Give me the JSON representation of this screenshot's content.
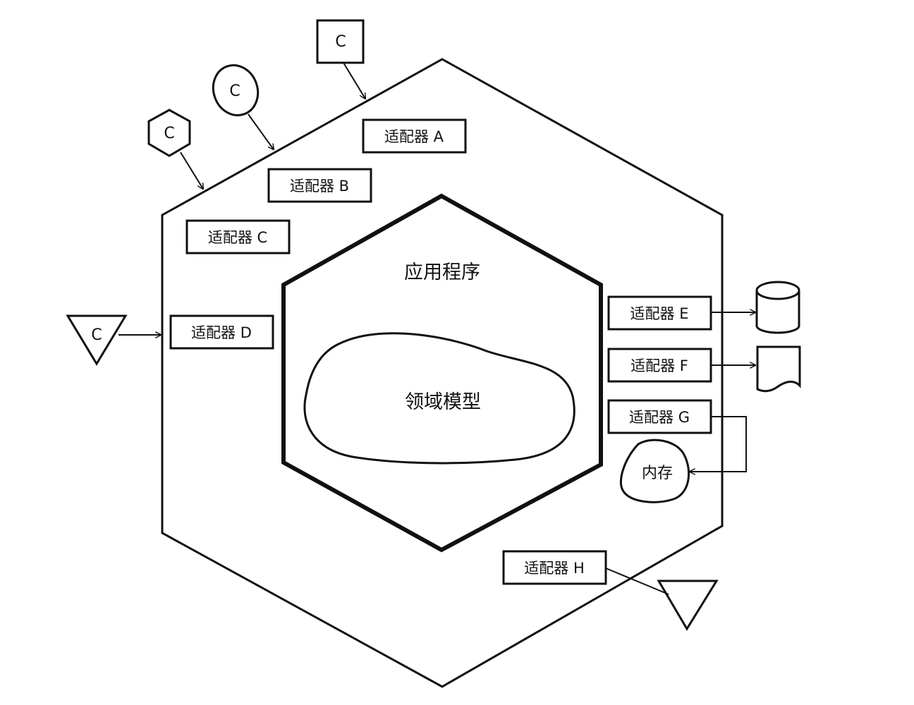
{
  "application": {
    "label": "应用程序"
  },
  "domain_model": {
    "label": "领域模型"
  },
  "adapters": {
    "a": {
      "label": "适配器 A"
    },
    "b": {
      "label": "适配器 B"
    },
    "c": {
      "label": "适配器 C"
    },
    "d": {
      "label": "适配器 D"
    },
    "e": {
      "label": "适配器 E"
    },
    "f": {
      "label": "适配器 F"
    },
    "g": {
      "label": "适配器 G"
    },
    "h": {
      "label": "适配器 H"
    }
  },
  "clients": {
    "square": {
      "label": "C"
    },
    "oval": {
      "label": "C"
    },
    "hexagon": {
      "label": "C"
    },
    "triangle": {
      "label": "C"
    }
  },
  "memory": {
    "label": "内存"
  }
}
